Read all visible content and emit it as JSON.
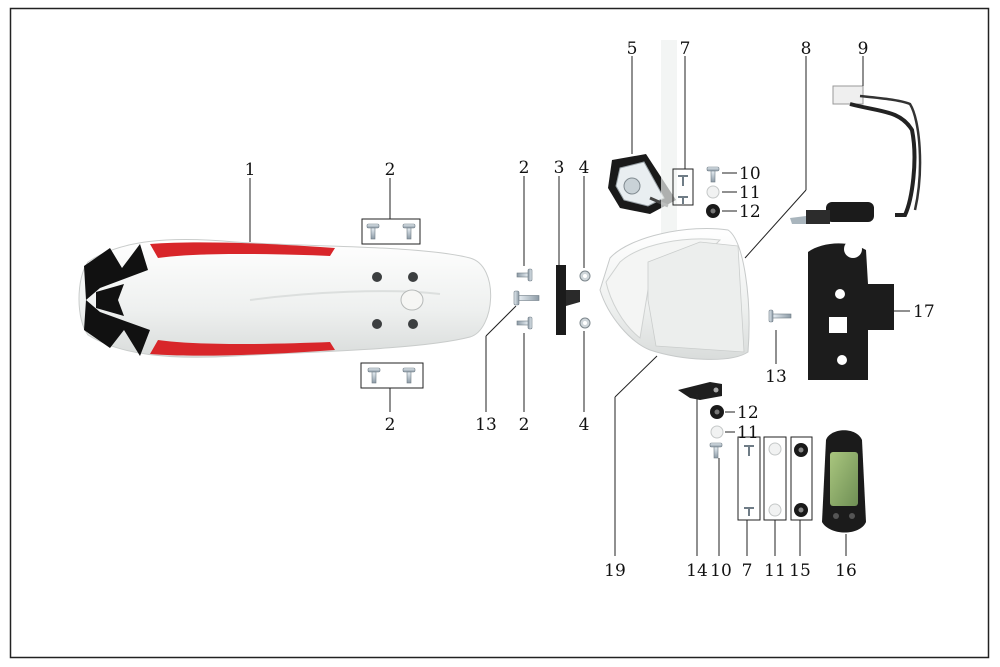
{
  "diagram": {
    "title": "",
    "callouts": {
      "c1": "1",
      "c2a": "2",
      "c2b": "2",
      "c2c": "2",
      "c2d": "2",
      "c3": "3",
      "c4a": "4",
      "c4b": "4",
      "c5": "5",
      "c7a": "7",
      "c7b": "7",
      "c8": "8",
      "c9": "9",
      "c10a": "10",
      "c10b": "10",
      "c11a": "11",
      "c11b": "11",
      "c11c": "11",
      "c12a": "12",
      "c12b": "12",
      "c13a": "13",
      "c13b": "13",
      "c14": "14",
      "c15": "15",
      "c16": "16",
      "c17": "17",
      "c19": "19"
    },
    "parts": [
      {
        "number": "1",
        "part": "front fender"
      },
      {
        "number": "2",
        "part": "bolt"
      },
      {
        "number": "3",
        "part": "bracket"
      },
      {
        "number": "4",
        "part": "nut"
      },
      {
        "number": "5",
        "part": "headlight"
      },
      {
        "number": "7",
        "part": "screw"
      },
      {
        "number": "8",
        "part": "headlight cover"
      },
      {
        "number": "9",
        "part": "ignition switch"
      },
      {
        "number": "10",
        "part": "screw"
      },
      {
        "number": "11",
        "part": "washer"
      },
      {
        "number": "12",
        "part": "rubber washer"
      },
      {
        "number": "13",
        "part": "bolt"
      },
      {
        "number": "14",
        "part": "bracket"
      },
      {
        "number": "15",
        "part": "rubber grommet"
      },
      {
        "number": "16",
        "part": "meter"
      },
      {
        "number": "17",
        "part": "gasket"
      },
      {
        "number": "19",
        "part": "mask"
      }
    ],
    "colors": {
      "frame": "#222222",
      "fender_white": "#f3f3f1",
      "fender_red": "#d8262a",
      "decal_black": "#111111",
      "gasket_black": "#1c1c1c",
      "meter_lcd": "#8fb06a",
      "bolt_steel": "#b9c6cf"
    }
  }
}
